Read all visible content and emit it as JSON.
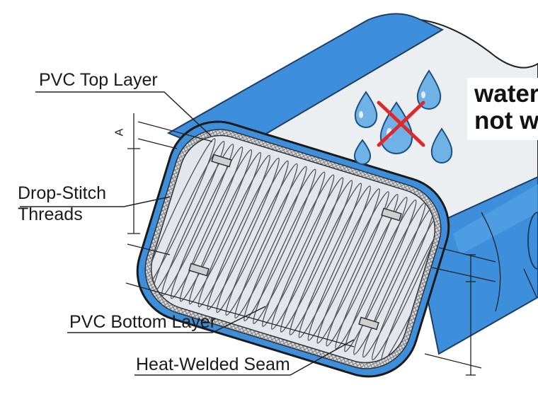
{
  "labels": {
    "top_layer": "PVC Top Layer",
    "drop_stitch": [
      "Drop-Stitch",
      "Threads"
    ],
    "bottom_layer": "PVC Bottom Layer",
    "seam": "Heat-Welded Seam",
    "dim_a": "A"
  },
  "callout": {
    "line1": "water",
    "line2": "not w"
  },
  "colors": {
    "pvc_blue": "#3d8fdc",
    "pvc_blue_dark": "#1f5fa8",
    "top_surface": "#eceff2",
    "inner_shell": "#e3e6ea",
    "drop": "#6fb3e6",
    "cross": "#e0282a",
    "line": "#222222"
  },
  "icons": [
    "water-drop-icon",
    "no-water-cross-icon"
  ]
}
